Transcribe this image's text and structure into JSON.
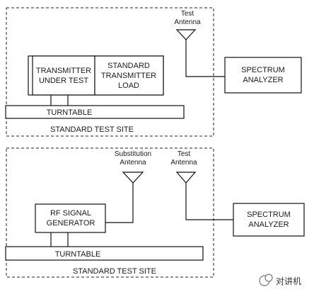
{
  "top_setup": {
    "test_antenna_label": [
      "Test",
      "Antenna"
    ],
    "transmitter_under_test": [
      "TRANSMITTER",
      "UNDER TEST"
    ],
    "standard_transmitter_load": [
      "STANDARD",
      "TRANSMITTER",
      "LOAD"
    ],
    "spectrum_analyzer": [
      "SPECTRUM",
      "ANALYZER"
    ],
    "turntable": "TURNTABLE",
    "site_label": "STANDARD TEST SITE"
  },
  "bottom_setup": {
    "substitution_antenna_label": [
      "Substitution",
      "Antenna"
    ],
    "test_antenna_label": [
      "Test",
      "Antenna"
    ],
    "rf_signal_generator": [
      "RF SIGNAL",
      "GENERATOR"
    ],
    "spectrum_analyzer": [
      "SPECTRUM",
      "ANALYZER"
    ],
    "turntable": "TURNTABLE",
    "site_label": "STANDARD TEST SITE"
  },
  "watermark": "对讲机"
}
